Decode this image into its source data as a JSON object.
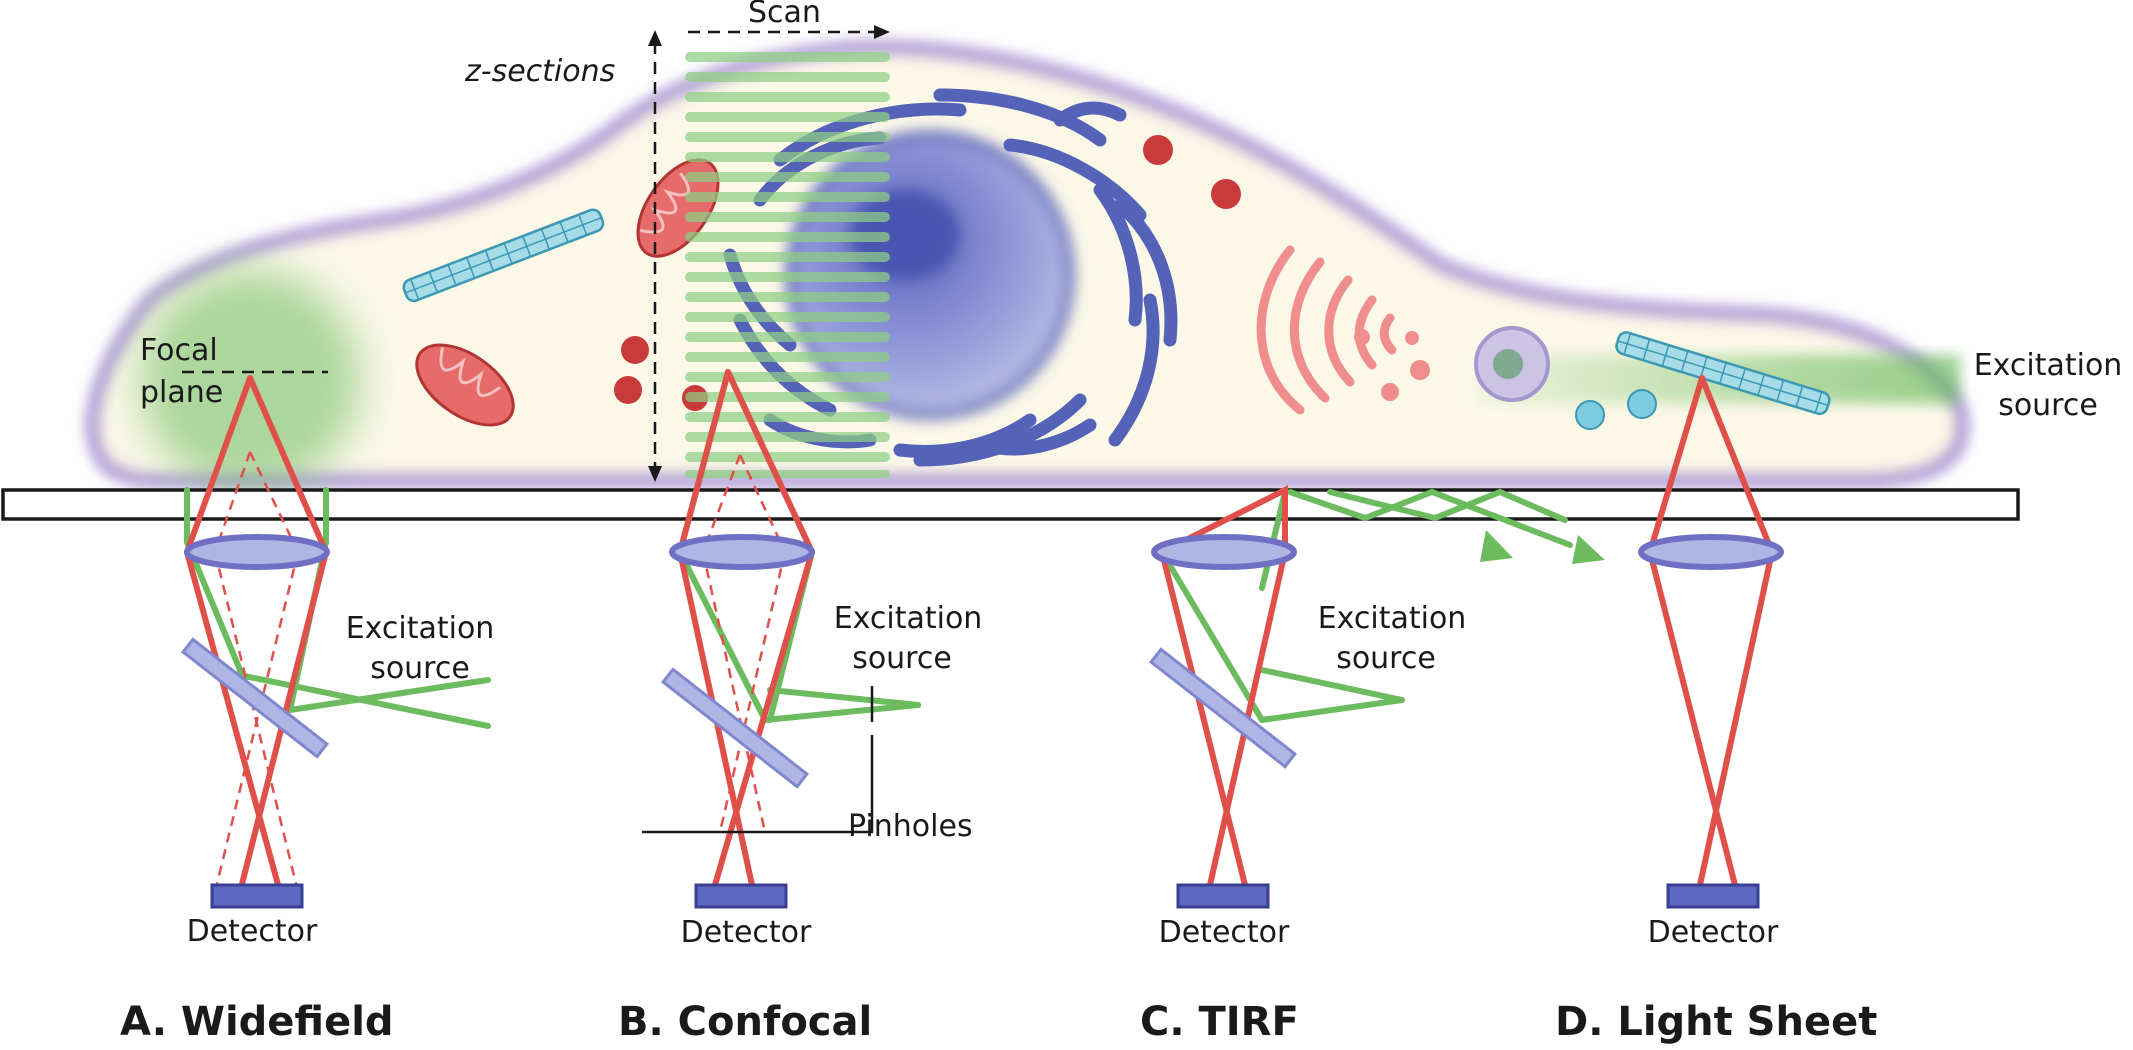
{
  "labels": {
    "scan": "Scan",
    "z_sections": "z-sections",
    "focal_plane_line1": "Focal",
    "focal_plane_line2": "plane",
    "excitation_line1": "Excitation",
    "excitation_line2": "source",
    "pinholes": "Pinholes",
    "detector": "Detector"
  },
  "panels": [
    {
      "title": "A. Widefield"
    },
    {
      "title": "B. Confocal"
    },
    {
      "title": "C. TIRF"
    },
    {
      "title": "D. Light Sheet"
    }
  ],
  "colors": {
    "emission": "#e0504a",
    "excitation": "#6cbb5f",
    "membrane": "#a58fd1",
    "cytoplasm": "#fbf8e8",
    "nucleus": "#5c68bf",
    "optics": "#aeb6e4"
  }
}
